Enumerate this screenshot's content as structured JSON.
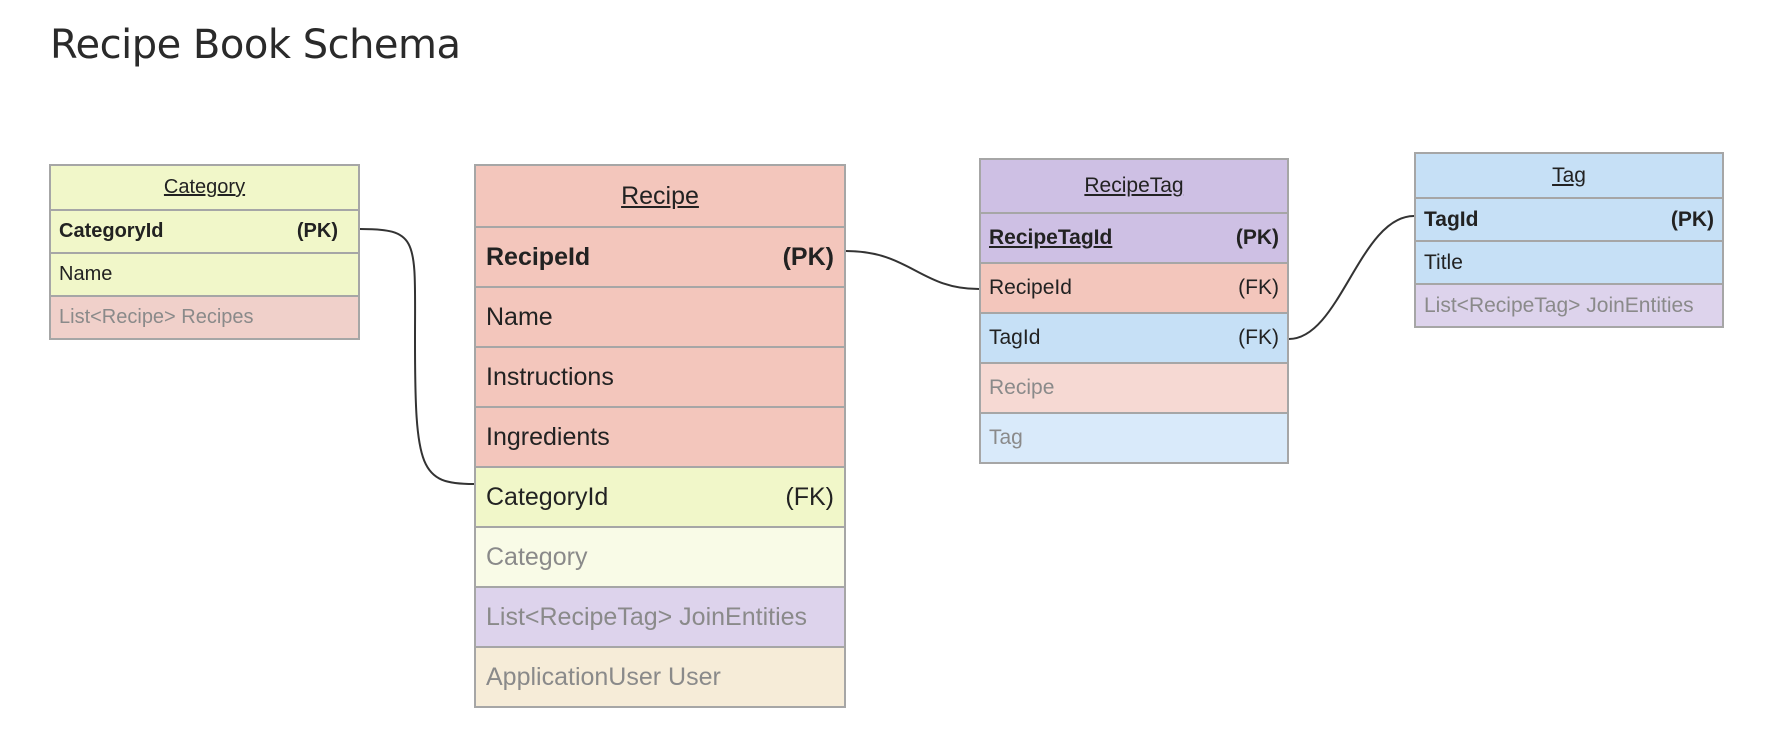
{
  "title": "Recipe Book Schema",
  "colors": {
    "green": "#f1f7c9",
    "red": "#f3c6bc",
    "purple": "#cec0e4",
    "blue": "#c6e0f6",
    "beige": "#f6ecd8",
    "border": "#a6a6a6",
    "connector": "#333333"
  },
  "entities": {
    "category": {
      "name": "Category",
      "fields": [
        {
          "name": "CategoryId",
          "key": "(PK)"
        },
        {
          "name": "Name"
        },
        {
          "name": "List<Recipe> Recipes"
        }
      ]
    },
    "recipe": {
      "name": "Recipe",
      "fields": [
        {
          "name": "RecipeId",
          "key": "(PK)"
        },
        {
          "name": "Name"
        },
        {
          "name": "Instructions"
        },
        {
          "name": "Ingredients"
        },
        {
          "name": "CategoryId",
          "key": "(FK)"
        },
        {
          "name": "Category"
        },
        {
          "name": "List<RecipeTag> JoinEntities"
        },
        {
          "name": "ApplicationUser User"
        }
      ]
    },
    "recipetag": {
      "name": "RecipeTag",
      "fields": [
        {
          "name": "RecipeTagId",
          "key": "(PK)"
        },
        {
          "name": "RecipeId",
          "key": "(FK)"
        },
        {
          "name": "TagId",
          "key": "(FK)"
        },
        {
          "name": "Recipe"
        },
        {
          "name": "Tag"
        }
      ]
    },
    "tag": {
      "name": "Tag",
      "fields": [
        {
          "name": "TagId",
          "key": "(PK)"
        },
        {
          "name": "Title"
        },
        {
          "name": "List<RecipeTag> JoinEntities"
        }
      ]
    }
  }
}
